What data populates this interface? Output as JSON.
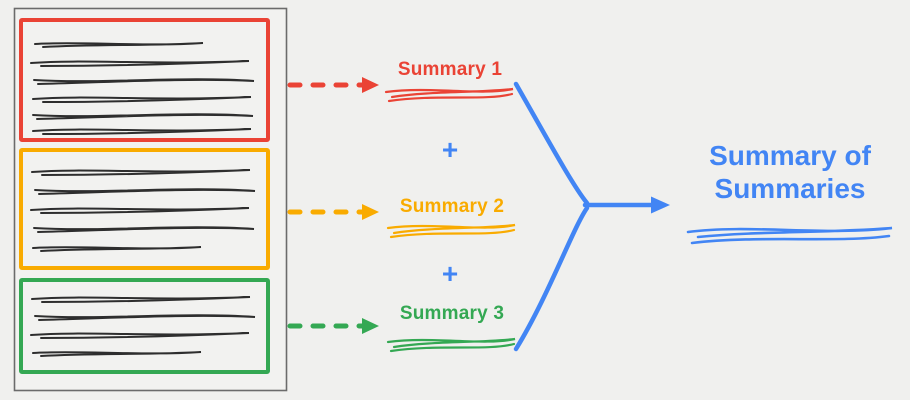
{
  "colors": {
    "red": "#EA4335",
    "orange": "#F9AB00",
    "green": "#34A853",
    "blue": "#4285F4",
    "ink": "#2e2e2e",
    "frame": "#6b6b6b",
    "background": "#f0f0ee"
  },
  "summaries": [
    {
      "label": "Summary 1"
    },
    {
      "label": "Summary 2"
    },
    {
      "label": "Summary 3"
    }
  ],
  "plus_sign": "+",
  "result": {
    "line1": "Summary of",
    "line2": "Summaries"
  }
}
